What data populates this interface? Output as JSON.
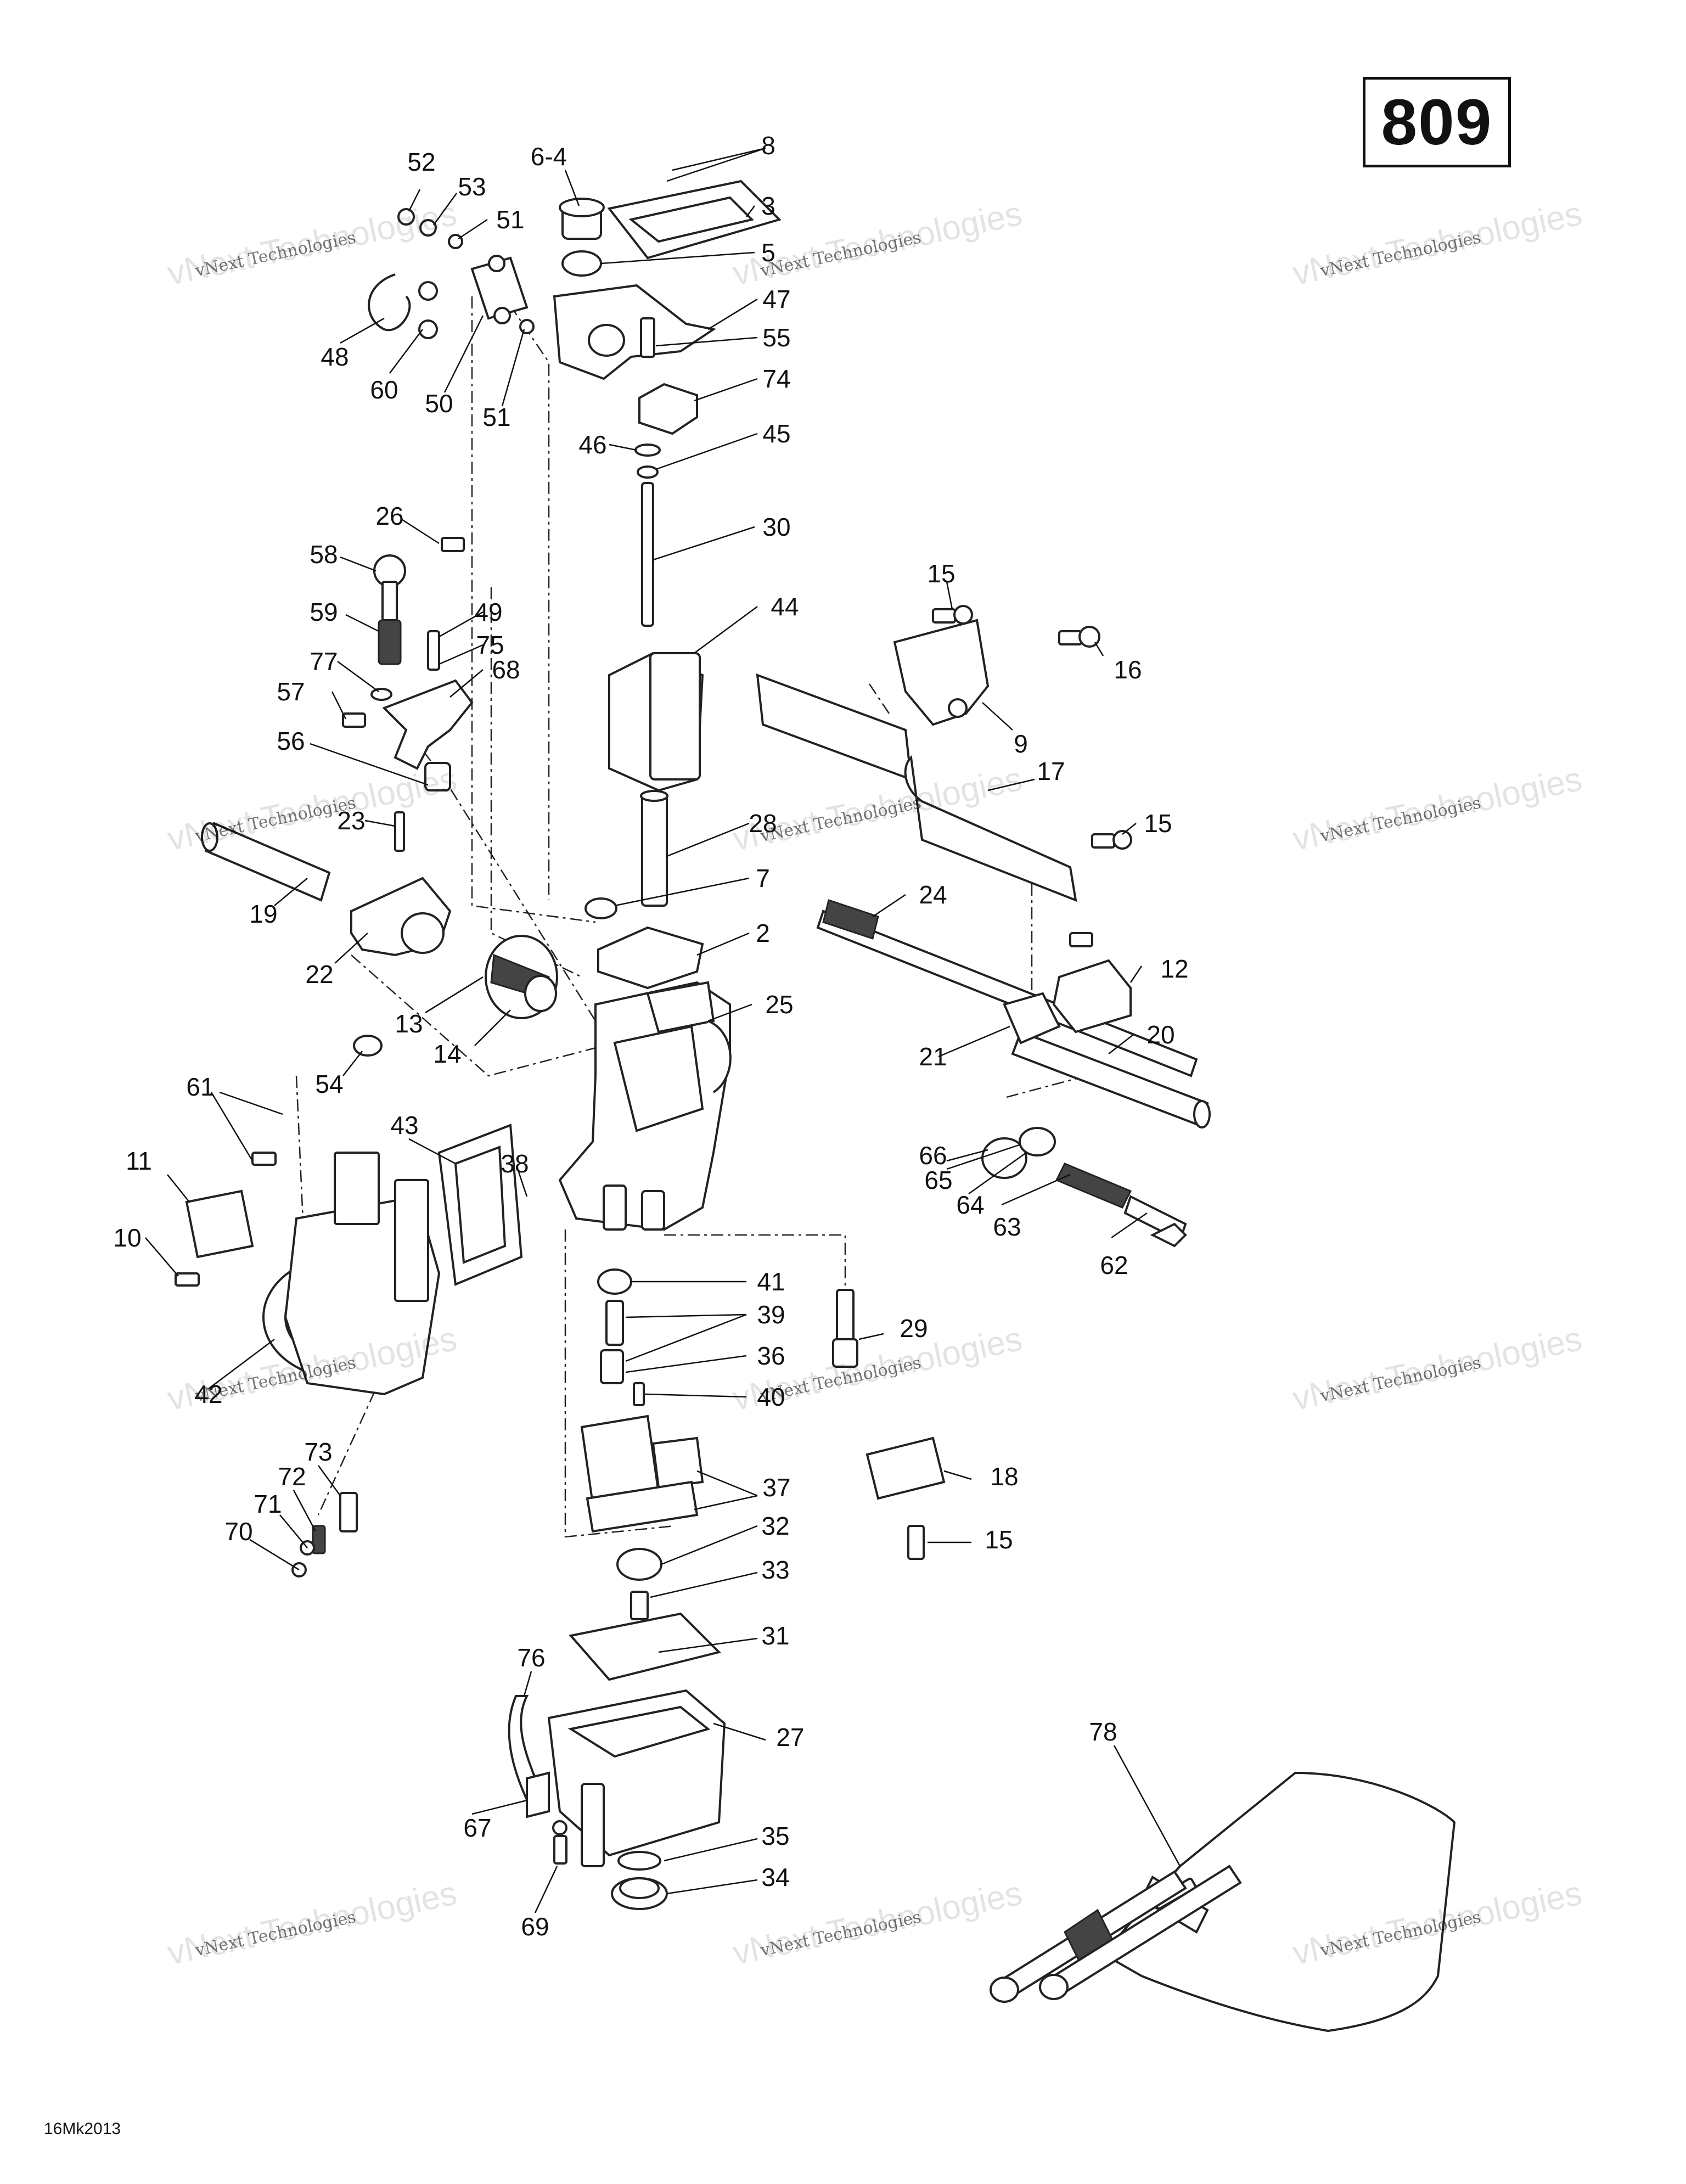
{
  "page_number": "809",
  "doc_code": "16Mk2013",
  "watermark": {
    "line1": "vNext Technologies",
    "line2": "vNext Technologies"
  },
  "callouts": [
    {
      "id": "c52",
      "label": "52"
    },
    {
      "id": "c53",
      "label": "53"
    },
    {
      "id": "c51a",
      "label": "51"
    },
    {
      "id": "c48",
      "label": "48"
    },
    {
      "id": "c60",
      "label": "60"
    },
    {
      "id": "c50",
      "label": "50"
    },
    {
      "id": "c51b",
      "label": "51"
    },
    {
      "id": "c64a",
      "label": "6-4"
    },
    {
      "id": "c8",
      "label": "8"
    },
    {
      "id": "c3",
      "label": "3"
    },
    {
      "id": "c5",
      "label": "5"
    },
    {
      "id": "c47",
      "label": "47"
    },
    {
      "id": "c55",
      "label": "55"
    },
    {
      "id": "c74",
      "label": "74"
    },
    {
      "id": "c46",
      "label": "46"
    },
    {
      "id": "c45",
      "label": "45"
    },
    {
      "id": "c30",
      "label": "30"
    },
    {
      "id": "c44",
      "label": "44"
    },
    {
      "id": "c26",
      "label": "26"
    },
    {
      "id": "c58",
      "label": "58"
    },
    {
      "id": "c59",
      "label": "59"
    },
    {
      "id": "c49",
      "label": "49"
    },
    {
      "id": "c75",
      "label": "75"
    },
    {
      "id": "c77",
      "label": "77"
    },
    {
      "id": "c68",
      "label": "68"
    },
    {
      "id": "c57",
      "label": "57"
    },
    {
      "id": "c56",
      "label": "56"
    },
    {
      "id": "c23",
      "label": "23"
    },
    {
      "id": "c19",
      "label": "19"
    },
    {
      "id": "c22",
      "label": "22"
    },
    {
      "id": "c28",
      "label": "28"
    },
    {
      "id": "c7",
      "label": "7"
    },
    {
      "id": "c2",
      "label": "2"
    },
    {
      "id": "c13",
      "label": "13"
    },
    {
      "id": "c14",
      "label": "14"
    },
    {
      "id": "c25",
      "label": "25"
    },
    {
      "id": "c15a",
      "label": "15"
    },
    {
      "id": "c16",
      "label": "16"
    },
    {
      "id": "c9",
      "label": "9"
    },
    {
      "id": "c17",
      "label": "17"
    },
    {
      "id": "c15b",
      "label": "15"
    },
    {
      "id": "c24",
      "label": "24"
    },
    {
      "id": "c12",
      "label": "12"
    },
    {
      "id": "c21",
      "label": "21"
    },
    {
      "id": "c20",
      "label": "20"
    },
    {
      "id": "c54",
      "label": "54"
    },
    {
      "id": "c61",
      "label": "61"
    },
    {
      "id": "c43",
      "label": "43"
    },
    {
      "id": "c11",
      "label": "11"
    },
    {
      "id": "c38",
      "label": "38"
    },
    {
      "id": "c10",
      "label": "10"
    },
    {
      "id": "c42",
      "label": "42"
    },
    {
      "id": "c66",
      "label": "66"
    },
    {
      "id": "c65",
      "label": "65"
    },
    {
      "id": "c64",
      "label": "64"
    },
    {
      "id": "c63",
      "label": "63"
    },
    {
      "id": "c62",
      "label": "62"
    },
    {
      "id": "c41",
      "label": "41"
    },
    {
      "id": "c39",
      "label": "39"
    },
    {
      "id": "c29",
      "label": "29"
    },
    {
      "id": "c36",
      "label": "36"
    },
    {
      "id": "c40",
      "label": "40"
    },
    {
      "id": "c73",
      "label": "73"
    },
    {
      "id": "c72",
      "label": "72"
    },
    {
      "id": "c71",
      "label": "71"
    },
    {
      "id": "c70",
      "label": "70"
    },
    {
      "id": "c37",
      "label": "37"
    },
    {
      "id": "c18",
      "label": "18"
    },
    {
      "id": "c15c",
      "label": "15"
    },
    {
      "id": "c32",
      "label": "32"
    },
    {
      "id": "c33",
      "label": "33"
    },
    {
      "id": "c31",
      "label": "31"
    },
    {
      "id": "c76",
      "label": "76"
    },
    {
      "id": "c27",
      "label": "27"
    },
    {
      "id": "c67",
      "label": "67"
    },
    {
      "id": "c35",
      "label": "35"
    },
    {
      "id": "c34",
      "label": "34"
    },
    {
      "id": "c69",
      "label": "69"
    },
    {
      "id": "c78",
      "label": "78"
    }
  ]
}
